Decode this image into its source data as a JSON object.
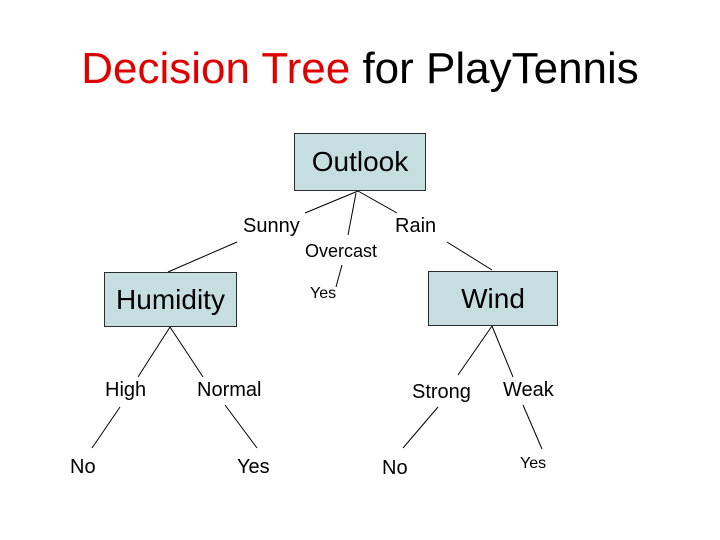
{
  "slide": {
    "title": {
      "highlight": "Decision Tree",
      "rest": " for PlayTennis"
    },
    "tree": {
      "root_label": "Outlook",
      "decision_nodes": {
        "humidity": "Humidity",
        "wind": "Wind"
      },
      "branch_labels": {
        "sunny": "Sunny",
        "overcast": "Overcast",
        "rain": "Rain",
        "high": "High",
        "normal": "Normal",
        "strong": "Strong",
        "weak": "Weak"
      },
      "leaf_labels": {
        "yes_overcast": "Yes",
        "no_high": "No",
        "yes_normal": "Yes",
        "no_strong": "No",
        "yes_weak": "Yes"
      }
    },
    "colors": {
      "background": "#ffffff",
      "title_highlight": "#df0000",
      "title_text": "#000000",
      "node_fill": "#c7dee1",
      "node_border": "#2b2b2b",
      "edge_line": "#000000"
    }
  }
}
